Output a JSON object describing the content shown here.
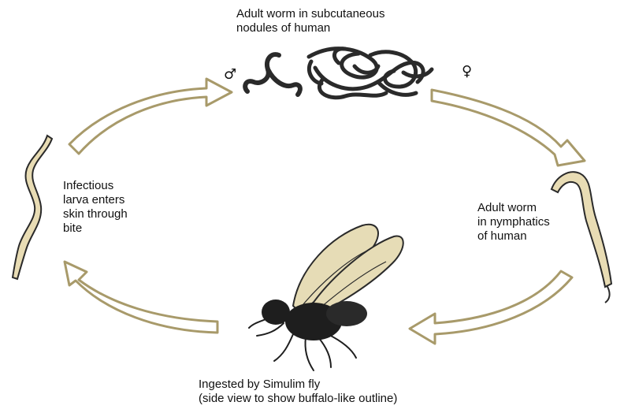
{
  "labels": {
    "adult_subcutaneous": [
      "Adult worm in subcutaneous",
      "nodules of human"
    ],
    "adult_lymphatics": [
      "Adult worm",
      "in nymphatics",
      "of human"
    ],
    "infectious_larva": [
      "Infectious",
      "larva enters",
      "skin through",
      "bite"
    ],
    "ingested_fly": [
      "Ingested by Simulim fly",
      "(side view to show buffalo-like outline)"
    ]
  },
  "symbols": {
    "male": "♂",
    "female": "♀"
  },
  "colors": {
    "arrow_outline": "#a89a6a",
    "arrow_fill": "#ffffff",
    "worm_fill": "#e8dcb4",
    "worm_dark": "#2a2a2a",
    "fly_wing": "#e6dcb6",
    "fly_body": "#1e1e1e"
  }
}
